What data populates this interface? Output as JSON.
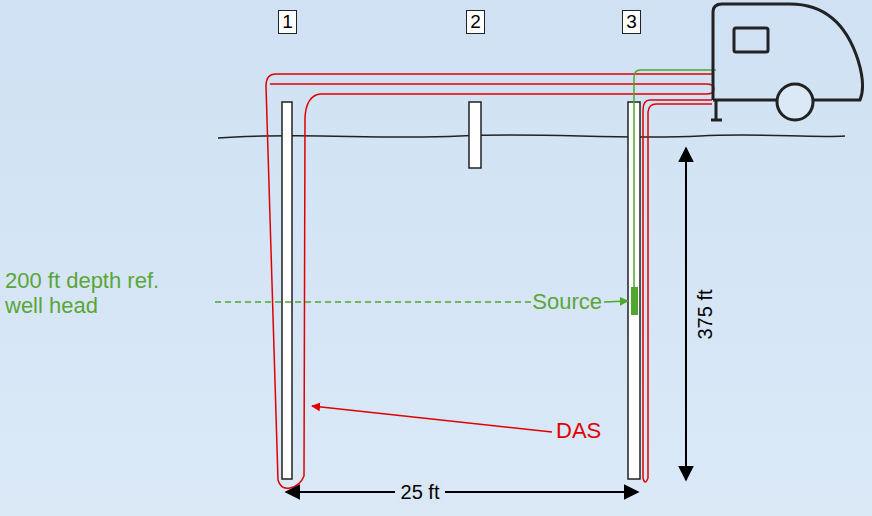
{
  "diagram": {
    "nodes": [
      {
        "text": [
          "1"
        ]
      },
      {
        "text": [
          "2"
        ]
      },
      {
        "text": [
          "3"
        ]
      }
    ],
    "labels": [
      "200 ft depth ref. well head",
      "Source",
      "DAS",
      "25 ft",
      "375 ft"
    ]
  }
}
